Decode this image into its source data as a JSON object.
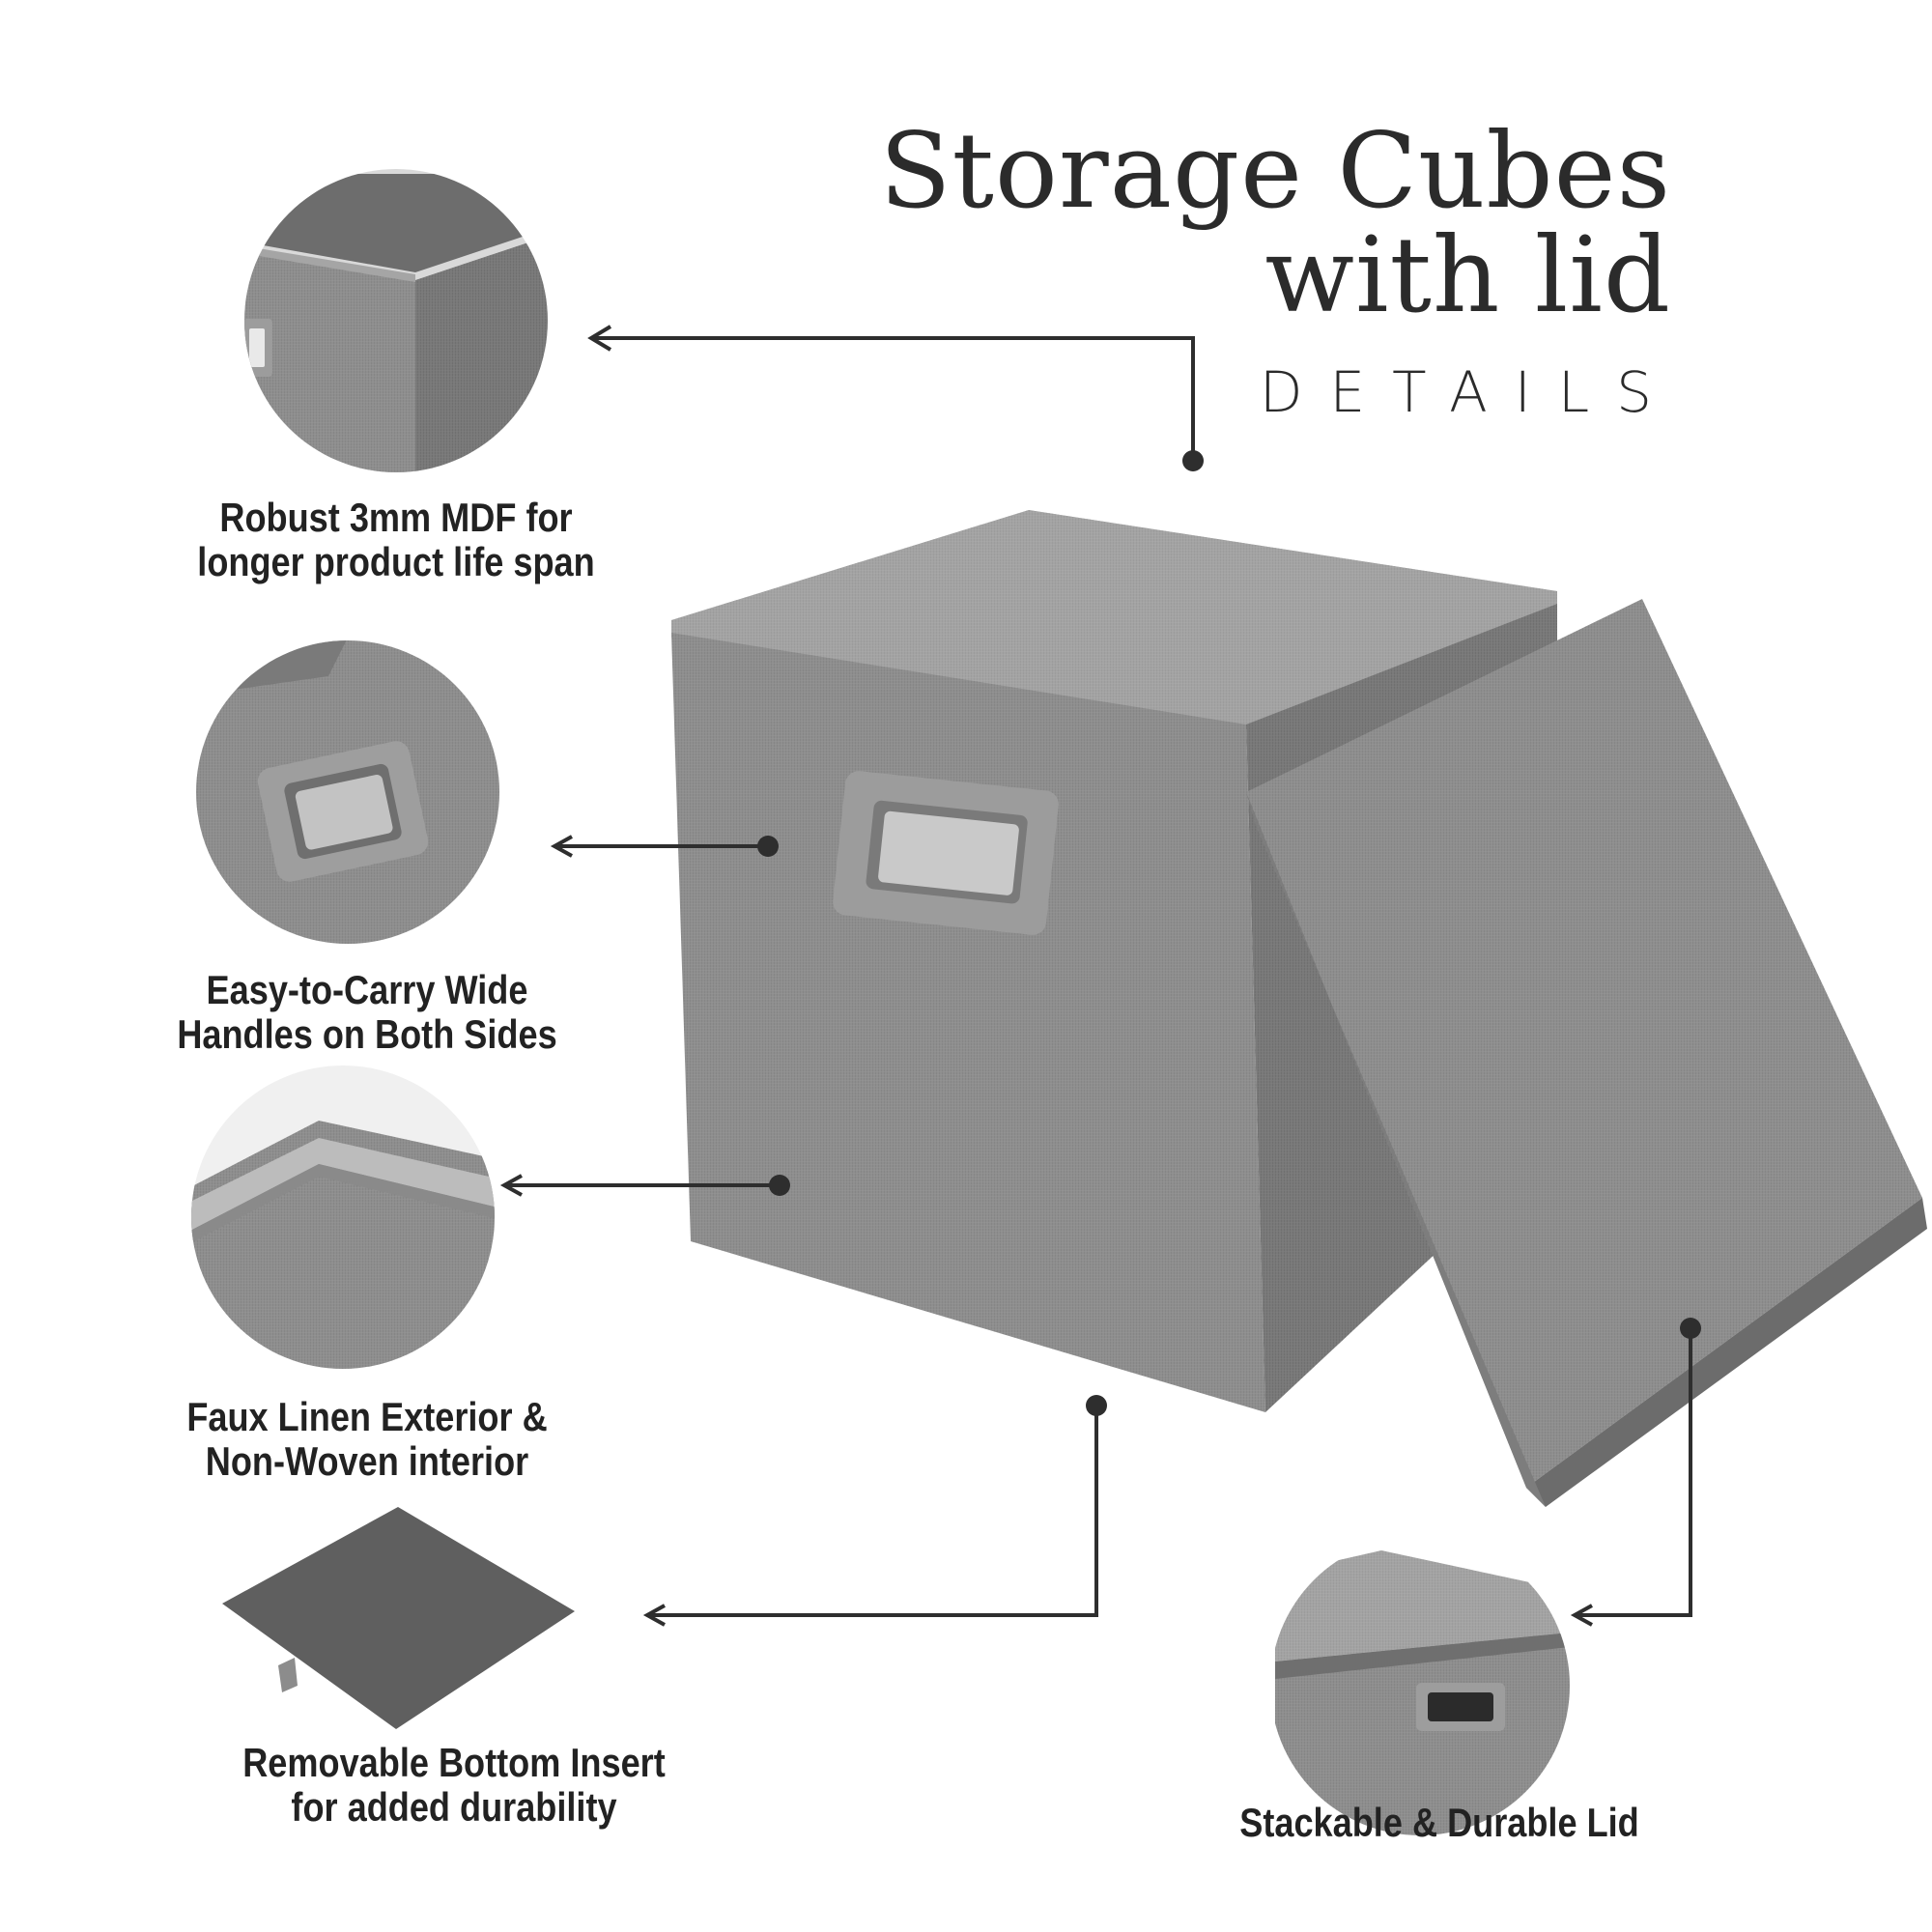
{
  "header": {
    "title_line1": "Storage Cubes",
    "title_line2": "with lid",
    "subtitle": "DETAILS"
  },
  "features": [
    {
      "line1": "Robust 3mm MDF for",
      "line2": "longer product life span",
      "icon": "mdf-corner-closeup"
    },
    {
      "line1": "Easy-to-Carry Wide",
      "line2": "Handles on Both Sides",
      "icon": "handle-closeup"
    },
    {
      "line1": "Faux Linen Exterior &",
      "line2": "Non-Woven interior",
      "icon": "fabric-edge-closeup"
    },
    {
      "line1": "Removable Bottom Insert",
      "line2": "for added durability",
      "icon": "bottom-insert-board"
    },
    {
      "line1": "Stackable & Durable Lid",
      "line2": "",
      "icon": "lid-closeup"
    }
  ],
  "colors": {
    "text": "#222222",
    "line": "#2e2e2e",
    "fabric": "#8c8c8c",
    "fabric_dark": "#6e6e6e",
    "fabric_light": "#a9a9a9",
    "handle": "#9a9a9a",
    "insert": "#5f5f5f"
  }
}
